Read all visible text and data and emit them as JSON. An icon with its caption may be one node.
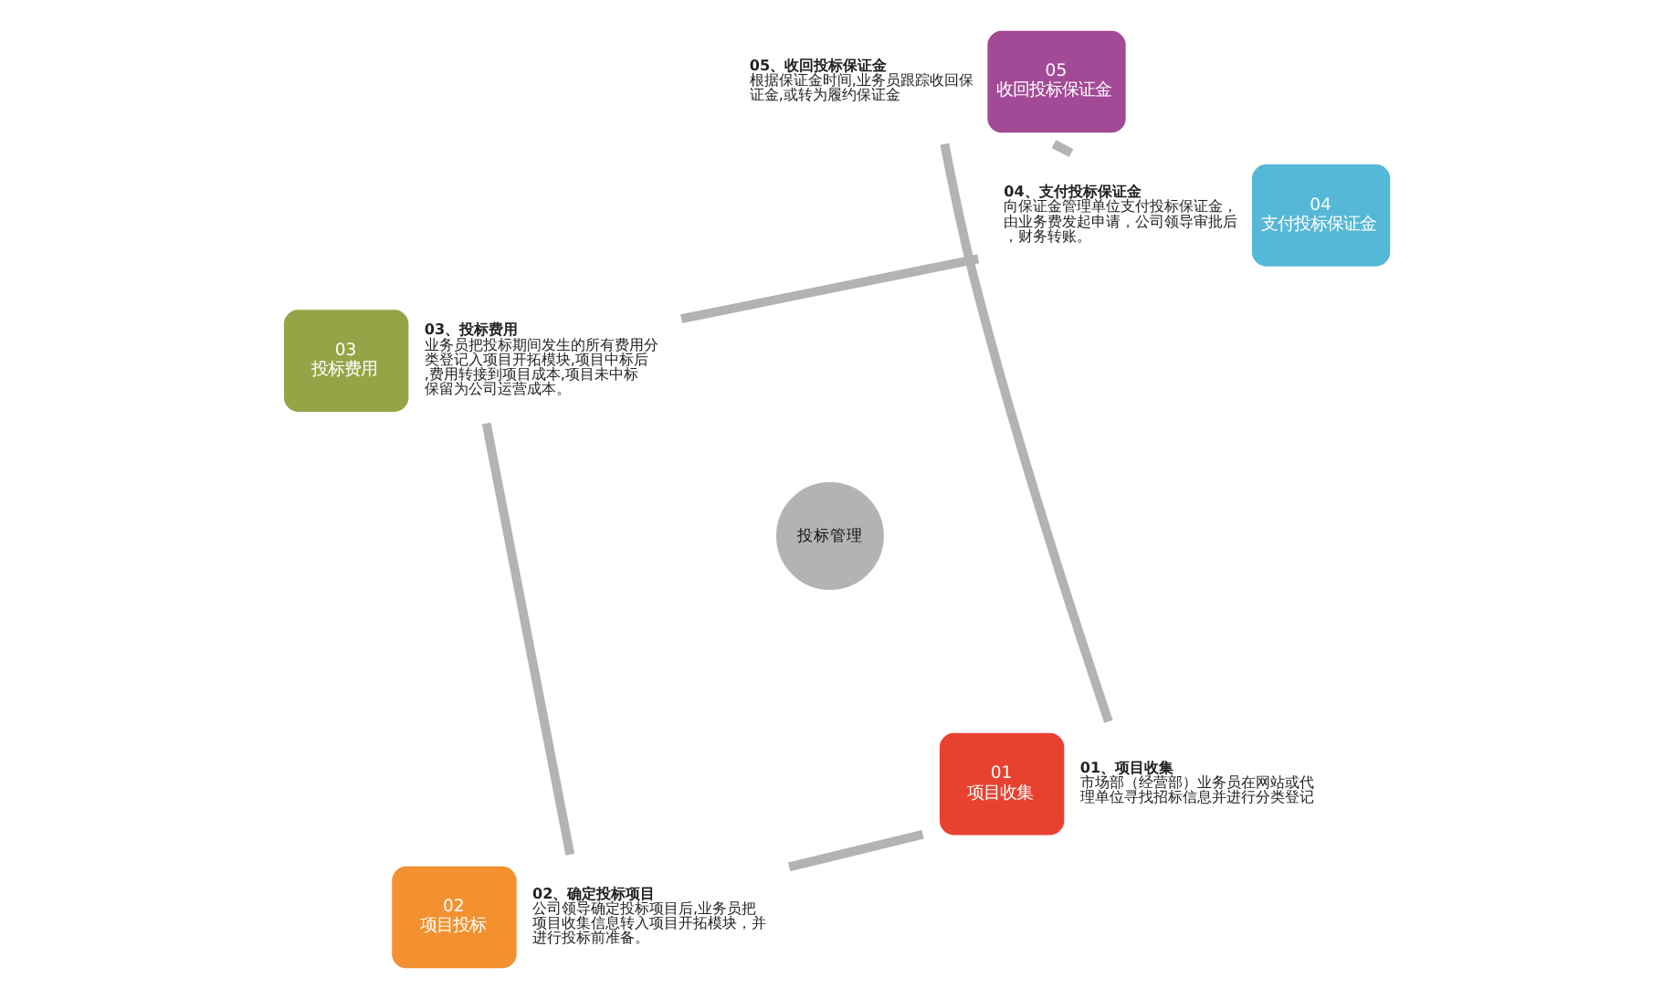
{
  "diagram": {
    "nodes": [
      {
        "text": [
          "投标管理"
        ]
      },
      {
        "text": [
          "01",
          "项目收集"
        ],
        "beside": [
          "01、项目收集",
          "市场部（经营部）业务员在网站或代理单位寻找招标信息并进行分类登记"
        ]
      },
      {
        "text": [
          "02",
          "项目投标"
        ],
        "beside": [
          "02、确定投标项目",
          "公司领导确定投标项目后,业务员把项目收集信息转入项目开拓模块，并进行投标前准备。"
        ]
      },
      {
        "text": [
          "03",
          "投标费用"
        ],
        "beside": [
          "03、投标费用",
          "业务员把投标期间发生的所有费用分类登记入项目开拓模块,项目中标后,费用转接到项目成本,项目未中标保留为公司运营成本。"
        ]
      },
      {
        "text": [
          "04",
          "支付投标保证金"
        ],
        "beside": [
          "04、支付投标保证金",
          "向保证金管理单位支付投标保证金，由业务费发起申请，公司领导审批后，财务转账。"
        ]
      },
      {
        "text": [
          "05",
          "收回投标保证金"
        ],
        "beside": [
          "05、收回投标保证金",
          "根据保证金时间,业务员跟踪收回保证金,或转为履约保证金"
        ]
      }
    ],
    "edges": [
      {
        "from": 1,
        "to": 2,
        "arrow": "none"
      },
      {
        "from": 2,
        "to": 3,
        "arrow": "none"
      },
      {
        "from": 3,
        "to": 4,
        "arrow": "none"
      },
      {
        "from": 4,
        "to": 5,
        "arrow": "none"
      },
      {
        "from": 5,
        "to": 1,
        "arrow": "none"
      }
    ]
  }
}
